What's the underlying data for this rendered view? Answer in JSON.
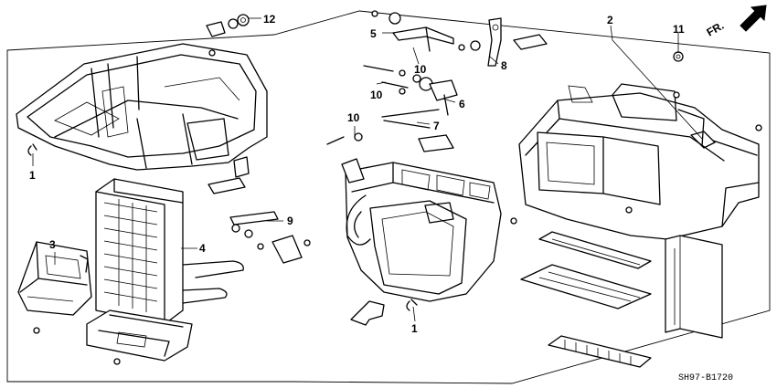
{
  "diagram": {
    "code": "SH97-B1720",
    "direction": {
      "label": "FR."
    },
    "callouts": [
      {
        "id": "c12",
        "label": "12"
      },
      {
        "id": "c2",
        "label": "2"
      },
      {
        "id": "c11",
        "label": "11"
      },
      {
        "id": "c5",
        "label": "5"
      },
      {
        "id": "c8",
        "label": "8"
      },
      {
        "id": "c10a",
        "label": "10"
      },
      {
        "id": "c10b",
        "label": "10"
      },
      {
        "id": "c6",
        "label": "6"
      },
      {
        "id": "c10c",
        "label": "10"
      },
      {
        "id": "c7",
        "label": "7"
      },
      {
        "id": "c1a",
        "label": "1"
      },
      {
        "id": "c4",
        "label": "4"
      },
      {
        "id": "c3",
        "label": "3"
      },
      {
        "id": "c9",
        "label": "9"
      },
      {
        "id": "c1b",
        "label": "1"
      }
    ]
  }
}
